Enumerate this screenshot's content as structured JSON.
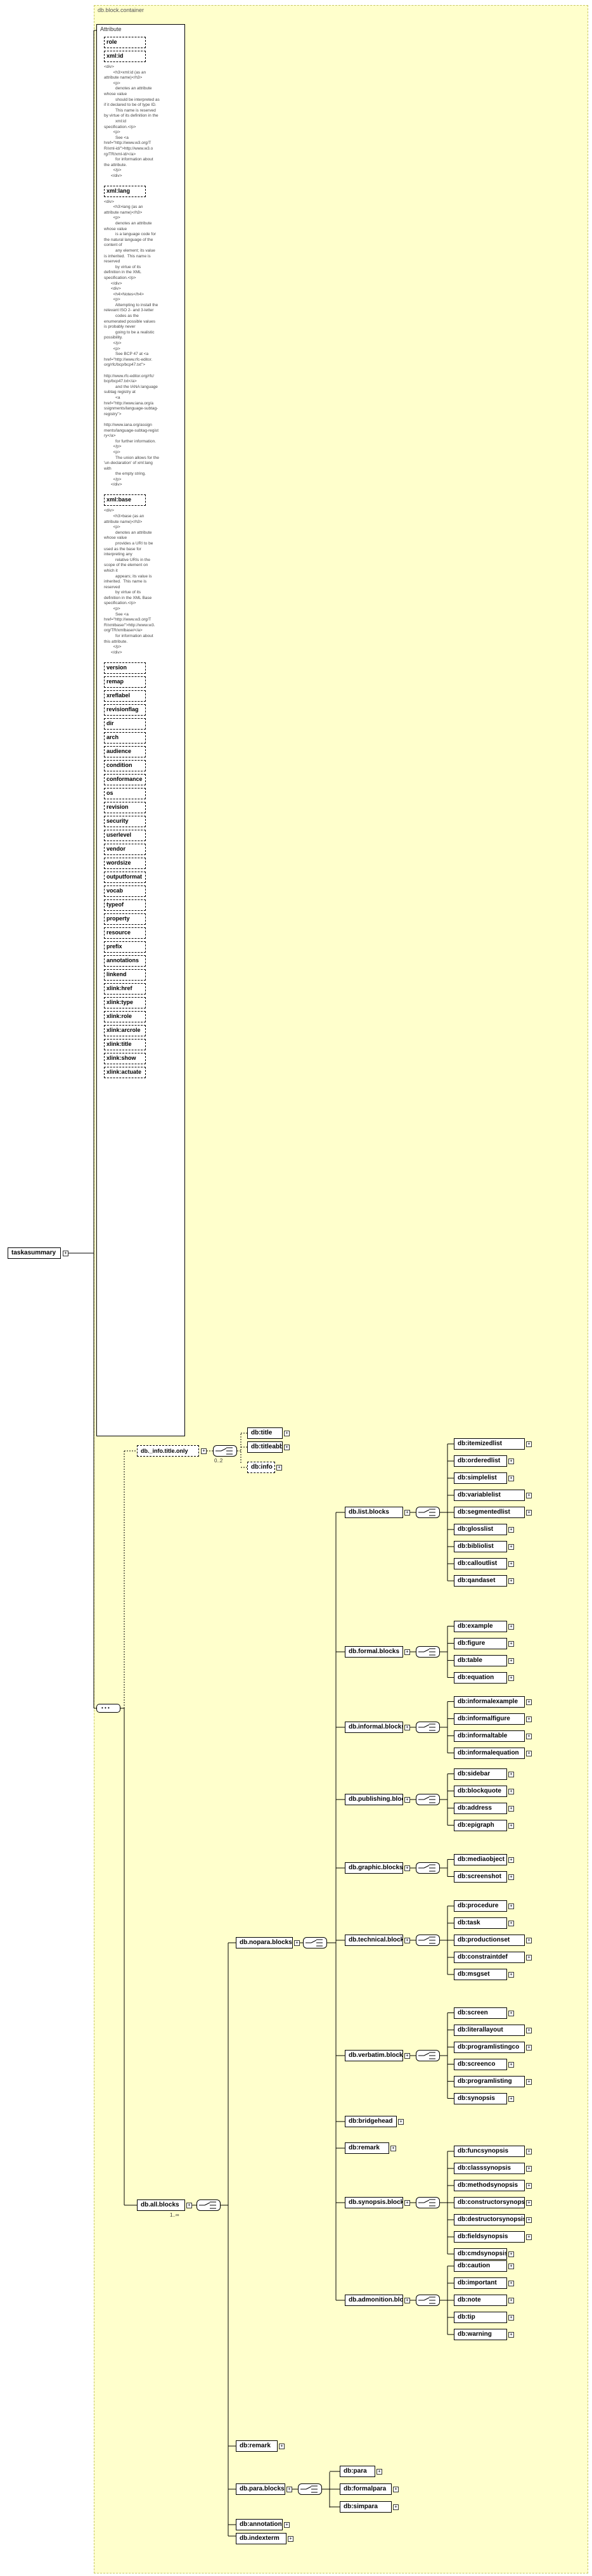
{
  "container_label": "db.block.container",
  "root": {
    "name": "taskasummary"
  },
  "attribute_box": {
    "title": "Attribute",
    "attributes": [
      {
        "name": "role",
        "doc": ""
      },
      {
        "name": "xml:id",
        "doc": "<div>\n        <h3>xml:id (as an\nattribute name)</h3>\n        <p>\n          denotes an attribute\nwhose value\n          should be interpreted as\nif it declared to be of type ID.\n          This name is reserved\nby virtue of its definition in the\n          xml:id\nspecification.</p>\n        <p>\n          See <a\nhref=\"http://www.w3.org/T\nR/xml-id/\">http://www.w3.o\nrg/TR/xml-id/</a>\n          for information about\nthe attribute.\n        </p>\n      </div>"
      },
      {
        "name": "xml:lang",
        "doc": "<div>\n        <h3>lang (as an\nattribute name)</h3>\n        <p>\n          denotes an attribute\nwhose value\n          is a language code for\nthe natural language of the\ncontent of\n          any element; its value\nis inherited.  This name is\nreserved\n          by virtue of its\ndefinition in the XML\nspecification.</p>\n      </div>\n      <div>\n        <h4>Notes</h4>\n        <p>\n          Attempting to install the\nrelevant ISO 2- and 3-letter\n          codes as the\nenumerated possible values\nis probably never\n          going to be a realistic\npossibility.\n        </p>\n        <p>\n          See BCP 47 at <a\nhref=\"http://www.rfc-editor.\norg/rfc/bcp/bcp47.txt\">\n\nhttp://www.rfc-editor.org/rfc/\nbcp/bcp47.txt</a>\n          and the IANA language\nsubtag registry at\n          <a\nhref=\"http://www.iana.org/a\nssignments/language-subtag-\nregistry\">\n\nhttp://www.iana.org/assign\nments/language-subtag-regist\nry</a>\n          for further information.\n        </p>\n        <p>\n          The union allows for the\n'un-declaration' of xml:lang\nwith\n          the empty string.\n        </p>\n      </div>"
      },
      {
        "name": "xml:base",
        "doc": "<div>\n        <h3>base (as an\nattribute name)</h3>\n        <p>\n          denotes an attribute\nwhose value\n          provides a URI to be\nused as the base for\ninterpreting any\n          relative URIs in the\nscope of the element on\nwhich it\n          appears; its value is\ninherited.  This name is\nreserved\n          by virtue of its\ndefinition in the XML Base\nspecification.</p>\n        <p>\n          See <a\nhref=\"http://www.w3.org/T\nR/xmlbase/\">http://www.w3.\norg/TR/xmlbase/</a>\n          for information about\nthis attribute.\n        </p>\n      </div>"
      },
      {
        "name": "version",
        "doc": ""
      },
      {
        "name": "remap",
        "doc": ""
      },
      {
        "name": "xreflabel",
        "doc": ""
      },
      {
        "name": "revisionflag",
        "doc": ""
      },
      {
        "name": "dir",
        "doc": ""
      },
      {
        "name": "arch",
        "doc": ""
      },
      {
        "name": "audience",
        "doc": ""
      },
      {
        "name": "condition",
        "doc": ""
      },
      {
        "name": "conformance",
        "doc": ""
      },
      {
        "name": "os",
        "doc": ""
      },
      {
        "name": "revision",
        "doc": ""
      },
      {
        "name": "security",
        "doc": ""
      },
      {
        "name": "userlevel",
        "doc": ""
      },
      {
        "name": "vendor",
        "doc": ""
      },
      {
        "name": "wordsize",
        "doc": ""
      },
      {
        "name": "outputformat",
        "doc": ""
      },
      {
        "name": "vocab",
        "doc": ""
      },
      {
        "name": "typeof",
        "doc": ""
      },
      {
        "name": "property",
        "doc": ""
      },
      {
        "name": "resource",
        "doc": ""
      },
      {
        "name": "prefix",
        "doc": ""
      },
      {
        "name": "annotations",
        "doc": ""
      },
      {
        "name": "linkend",
        "doc": ""
      },
      {
        "name": "xlink:href",
        "doc": ""
      },
      {
        "name": "xlink:type",
        "doc": ""
      },
      {
        "name": "xlink:role",
        "doc": ""
      },
      {
        "name": "xlink:arcrole",
        "doc": ""
      },
      {
        "name": "xlink:title",
        "doc": ""
      },
      {
        "name": "xlink:show",
        "doc": ""
      },
      {
        "name": "xlink:actuate",
        "doc": ""
      }
    ]
  },
  "title_group": {
    "name": "db._info.title.only",
    "children": [
      "db:title",
      "db:titleabbrev"
    ],
    "info": "db:info",
    "occurs": "0..2"
  },
  "all_blocks": {
    "name": "db.all.blocks",
    "occurs": "1..∞",
    "nopara": {
      "name": "db.nopara.blocks",
      "groups": [
        {
          "name": "db.list.blocks",
          "items": [
            "db:itemizedlist",
            "db:orderedlist",
            "db:simplelist",
            "db:variablelist",
            "db:segmentedlist",
            "db:glosslist",
            "db:bibliolist",
            "db:calloutlist",
            "db:qandaset"
          ]
        },
        {
          "name": "db.formal.blocks",
          "items": [
            "db:example",
            "db:figure",
            "db:table",
            "db:equation"
          ]
        },
        {
          "name": "db.informal.blocks",
          "items": [
            "db:informalexample",
            "db:informalfigure",
            "db:informaltable",
            "db:informalequation"
          ]
        },
        {
          "name": "db.publishing.blocks",
          "items": [
            "db:sidebar",
            "db:blockquote",
            "db:address",
            "db:epigraph"
          ]
        },
        {
          "name": "db.graphic.blocks",
          "items": [
            "db:mediaobject",
            "db:screenshot"
          ]
        },
        {
          "name": "db.technical.blocks",
          "items": [
            "db:procedure",
            "db:task",
            "db:productionset",
            "db:constraintdef",
            "db:msgset"
          ]
        },
        {
          "name": "db.verbatim.blocks",
          "items": [
            "db:screen",
            "db:literallayout",
            "db:programlistingco",
            "db:screenco",
            "db:programlisting",
            "db:synopsis"
          ]
        },
        {
          "name": "db:bridgehead",
          "items": []
        },
        {
          "name": "db:remark",
          "items": []
        },
        {
          "name": "db.synopsis.blocks",
          "items": [
            "db:funcsynopsis",
            "db:classsynopsis",
            "db:methodsynopsis",
            "db:constructorsynopsis",
            "db:destructorsynopsis",
            "db:fieldsynopsis",
            "db:cmdsynopsis"
          ]
        },
        {
          "name": "db.admonition.blocks",
          "items": [
            "db:caution",
            "db:important",
            "db:note",
            "db:tip",
            "db:warning"
          ]
        }
      ]
    },
    "indexterm_remark": "db:remark",
    "para": {
      "name": "db.para.blocks",
      "items": [
        "db:para",
        "db:formalpara",
        "db:simpara"
      ]
    },
    "annotation": "db:annotation",
    "indexterm": "db.indexterm"
  },
  "colors": {
    "container_bg": "#ffffcc",
    "container_border": "#c8c864",
    "line": "#000000"
  }
}
